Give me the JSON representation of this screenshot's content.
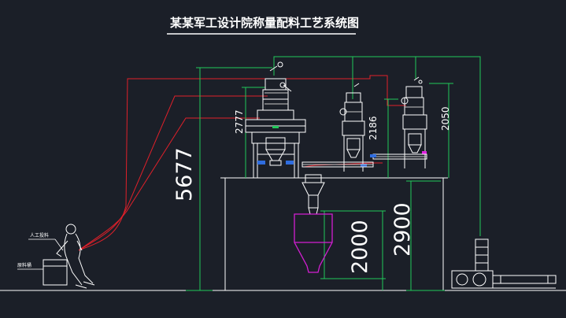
{
  "drawing": {
    "title": "某某军工设计院称量配料工艺系统图",
    "dimensions": [
      "5677",
      "2777",
      "2186",
      "2050",
      "2000",
      "2900"
    ],
    "labels": {
      "manual_feed": "人工投料",
      "raw_bin": "原料桶"
    }
  }
}
